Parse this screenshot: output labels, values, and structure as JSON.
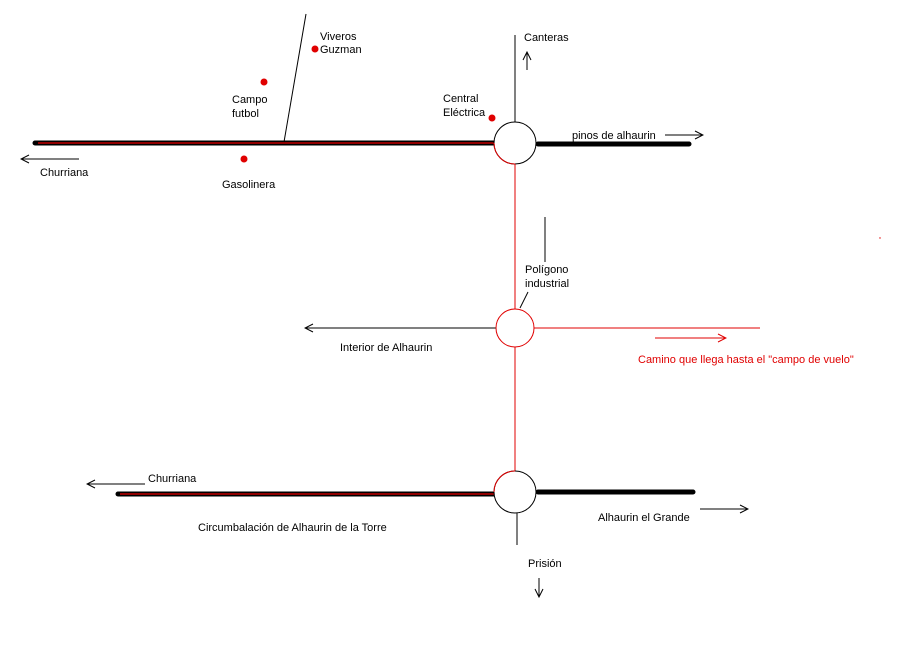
{
  "colors": {
    "road": "#000000",
    "accent": "#e00000",
    "background": "#ffffff"
  },
  "labels": {
    "viveros_1": "Viveros",
    "viveros_2": "Guzman",
    "campo_1": "Campo",
    "campo_2": "futbol",
    "central_1": "Central",
    "central_2": "Eléctrica",
    "canteras": "Canteras",
    "pinos": "pinos de alhaurin",
    "churriana_top": "Churriana",
    "gasolinera": "Gasolinera",
    "poligono_1": "Polígono",
    "poligono_2": "industrial",
    "interior": "Interior de Alhaurin",
    "camino": "Camino que llega hasta el \"campo de vuelo\"",
    "churriana_bottom": "Churriana",
    "circumbalacion": "Circumbalación de Alhaurin de la Torre",
    "alhaurin_grande": "Alhaurin el Grande",
    "prision": "Prisión"
  }
}
